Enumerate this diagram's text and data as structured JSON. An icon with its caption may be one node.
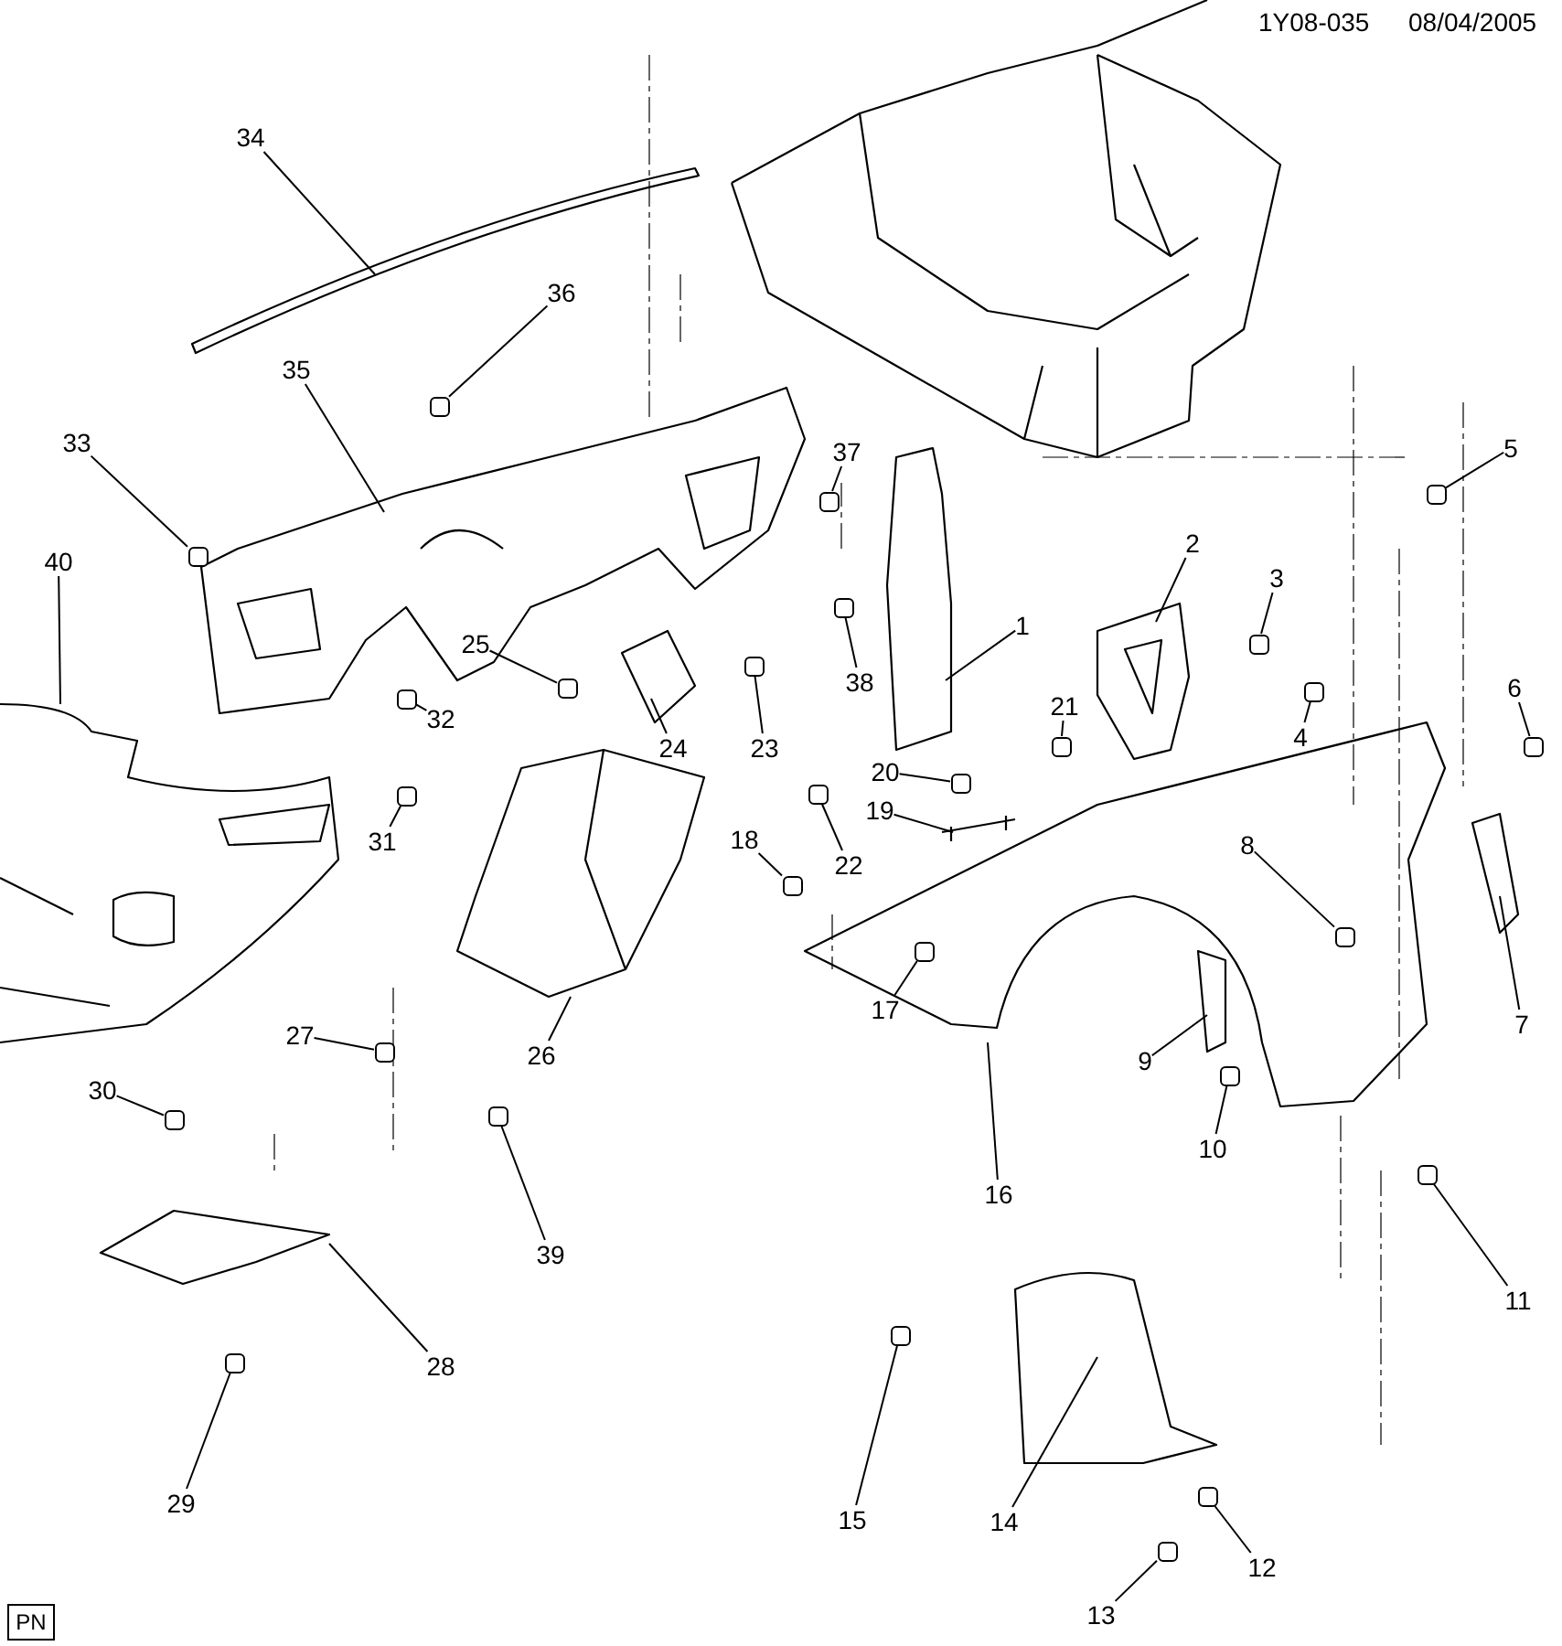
{
  "diagram": {
    "nodes": [
      {
        "text": [
          "34"
        ]
      },
      {
        "text": [
          "36"
        ]
      },
      {
        "text": [
          "35"
        ]
      },
      {
        "text": [
          "33"
        ]
      },
      {
        "text": [
          "5"
        ]
      },
      {
        "text": [
          "37"
        ]
      },
      {
        "text": [
          "2"
        ]
      },
      {
        "text": [
          "40"
        ]
      },
      {
        "text": [
          "3"
        ]
      },
      {
        "text": [
          "1"
        ]
      },
      {
        "text": [
          "25"
        ]
      },
      {
        "text": [
          "38"
        ]
      },
      {
        "text": [
          "6"
        ]
      },
      {
        "text": [
          "21"
        ]
      },
      {
        "text": [
          "32"
        ]
      },
      {
        "text": [
          "4"
        ]
      },
      {
        "text": [
          "24"
        ]
      },
      {
        "text": [
          "23"
        ]
      },
      {
        "text": [
          "20"
        ]
      },
      {
        "text": [
          "19"
        ]
      },
      {
        "text": [
          "18"
        ]
      },
      {
        "text": [
          "31"
        ]
      },
      {
        "text": [
          "8"
        ]
      },
      {
        "text": [
          "22"
        ]
      },
      {
        "text": [
          "17"
        ]
      },
      {
        "text": [
          "7"
        ]
      },
      {
        "text": [
          "27"
        ]
      },
      {
        "text": [
          "26"
        ]
      },
      {
        "text": [
          "9"
        ]
      },
      {
        "text": [
          "30"
        ]
      },
      {
        "text": [
          "10"
        ]
      },
      {
        "text": [
          "16"
        ]
      },
      {
        "text": [
          "39"
        ]
      },
      {
        "text": [
          "11"
        ]
      },
      {
        "text": [
          "28"
        ]
      },
      {
        "text": [
          "29"
        ]
      },
      {
        "text": [
          "15"
        ]
      },
      {
        "text": [
          "14"
        ]
      },
      {
        "text": [
          "12"
        ]
      },
      {
        "text": [
          "13"
        ]
      },
      {
        "text": [
          "PN"
        ]
      },
      {
        "text": [],
        "shape": "box"
      },
      {
        "text": [],
        "shape": "box"
      },
      {
        "text": [],
        "shape": "box"
      },
      {
        "text": [],
        "shape": "box"
      },
      {
        "text": [],
        "shape": "box"
      },
      {
        "text": [],
        "shape": "box"
      },
      {
        "text": [],
        "shape": "box"
      },
      {
        "text": [],
        "shape": "box"
      },
      {
        "text": [],
        "shape": "box"
      },
      {
        "text": [],
        "shape": "box"
      },
      {
        "text": [],
        "shape": "box"
      },
      {
        "text": [],
        "shape": "box"
      },
      {
        "text": [],
        "shape": "box"
      },
      {
        "text": [],
        "shape": "box"
      },
      {
        "text": [],
        "shape": "box"
      },
      {
        "text": [],
        "shape": "box"
      },
      {
        "text": [],
        "shape": "box"
      },
      {
        "text": [],
        "shape": "box"
      },
      {
        "text": [],
        "shape": "box"
      },
      {
        "text": [],
        "shape": "box"
      },
      {
        "text": [],
        "shape": "box"
      },
      {
        "text": [],
        "shape": "box"
      },
      {
        "text": [],
        "shape": "box"
      },
      {
        "text": [],
        "shape": "box"
      },
      {
        "text": [],
        "shape": "box"
      },
      {
        "text": [],
        "shape": "box"
      },
      {
        "text": [],
        "shape": "box"
      }
    ],
    "edges": [
      {
        "from": 0,
        "to": null,
        "arrow": "none"
      },
      {
        "from": 1,
        "to": 41,
        "arrow": "none"
      },
      {
        "from": 2,
        "to": null,
        "arrow": "none"
      },
      {
        "from": 3,
        "to": 44,
        "arrow": "none"
      },
      {
        "from": 4,
        "to": 43,
        "arrow": "none"
      },
      {
        "from": 5,
        "to": 42,
        "arrow": "none"
      },
      {
        "from": 6,
        "to": null,
        "arrow": "none"
      },
      {
        "from": 7,
        "to": null,
        "arrow": "none"
      },
      {
        "from": 8,
        "to": 46,
        "arrow": "none"
      },
      {
        "from": 9,
        "to": null,
        "arrow": "none"
      },
      {
        "from": 10,
        "to": 48,
        "arrow": "none"
      },
      {
        "from": 11,
        "to": 45,
        "arrow": "none"
      },
      {
        "from": 12,
        "to": 51,
        "arrow": "none"
      },
      {
        "from": 13,
        "to": 52,
        "arrow": "none"
      },
      {
        "from": 14,
        "to": 50,
        "arrow": "none"
      },
      {
        "from": 15,
        "to": 49,
        "arrow": "none"
      },
      {
        "from": 16,
        "to": null,
        "arrow": "none"
      },
      {
        "from": 17,
        "to": 47,
        "arrow": "none"
      },
      {
        "from": 18,
        "to": 53,
        "arrow": "none"
      },
      {
        "from": 19,
        "to": null,
        "arrow": "none"
      },
      {
        "from": 20,
        "to": 56,
        "arrow": "none"
      },
      {
        "from": 21,
        "to": 55,
        "arrow": "none"
      },
      {
        "from": 22,
        "to": 57,
        "arrow": "none"
      },
      {
        "from": 23,
        "to": 54,
        "arrow": "none"
      },
      {
        "from": 24,
        "to": 58,
        "arrow": "none"
      },
      {
        "from": 25,
        "to": null,
        "arrow": "none"
      },
      {
        "from": 26,
        "to": 59,
        "arrow": "none"
      },
      {
        "from": 27,
        "to": null,
        "arrow": "none"
      },
      {
        "from": 28,
        "to": null,
        "arrow": "none"
      },
      {
        "from": 29,
        "to": 62,
        "arrow": "none"
      },
      {
        "from": 30,
        "to": 60,
        "arrow": "none"
      },
      {
        "from": 31,
        "to": null,
        "arrow": "none"
      },
      {
        "from": 32,
        "to": 61,
        "arrow": "none"
      },
      {
        "from": 33,
        "to": 63,
        "arrow": "none"
      },
      {
        "from": 34,
        "to": null,
        "arrow": "none"
      },
      {
        "from": 35,
        "to": 65,
        "arrow": "none"
      },
      {
        "from": 36,
        "to": 64,
        "arrow": "none"
      },
      {
        "from": 37,
        "to": null,
        "arrow": "none"
      },
      {
        "from": 38,
        "to": 66,
        "arrow": "none"
      },
      {
        "from": 39,
        "to": 67,
        "arrow": "none"
      }
    ],
    "labels": [
      "1Y08-035",
      "08/04/2005"
    ]
  }
}
